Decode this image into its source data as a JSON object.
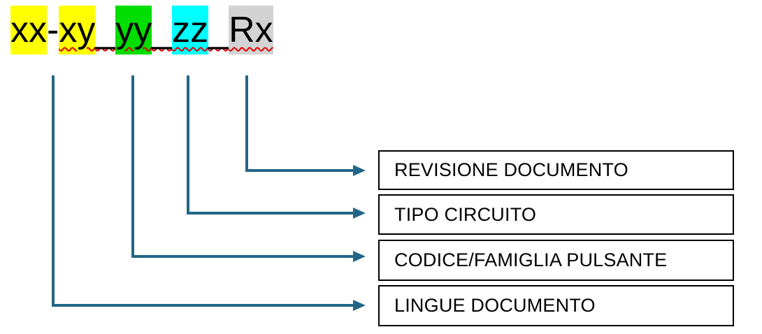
{
  "pattern": {
    "full_text": "xx-xy_yy_zz_Rx",
    "segments": [
      {
        "text": "xx",
        "highlight": "yellow"
      },
      {
        "text": "-",
        "highlight": "none"
      },
      {
        "text": "xy",
        "highlight": "yellow"
      },
      {
        "text": "_",
        "highlight": "none"
      },
      {
        "text": "yy",
        "highlight": "green"
      },
      {
        "text": "_",
        "highlight": "none"
      },
      {
        "text": "zz",
        "highlight": "cyan"
      },
      {
        "text": "_",
        "highlight": "none"
      },
      {
        "text": "Rx",
        "highlight": "gray"
      }
    ],
    "spellcheck_underline_under": "xy_yy_zz_Rx"
  },
  "legend": {
    "boxes": [
      {
        "label": "REVISIONE DOCUMENTO",
        "maps_from": "Rx"
      },
      {
        "label": "TIPO CIRCUITO",
        "maps_from": "zz"
      },
      {
        "label": "CODICE/FAMIGLIA PULSANTE",
        "maps_from": "yy"
      },
      {
        "label": "LINGUE DOCUMENTO",
        "maps_from": "xx-xy"
      }
    ]
  },
  "colors": {
    "highlight_yellow": "#FFFF00",
    "highlight_green": "#00DD00",
    "highlight_cyan": "#00FFFF",
    "highlight_gray": "#D3D3D3",
    "arrow_blue": "#226687",
    "spellcheck_red": "#E00000",
    "box_border": "#000000",
    "text": "#000000",
    "background": "#FFFFFF"
  }
}
